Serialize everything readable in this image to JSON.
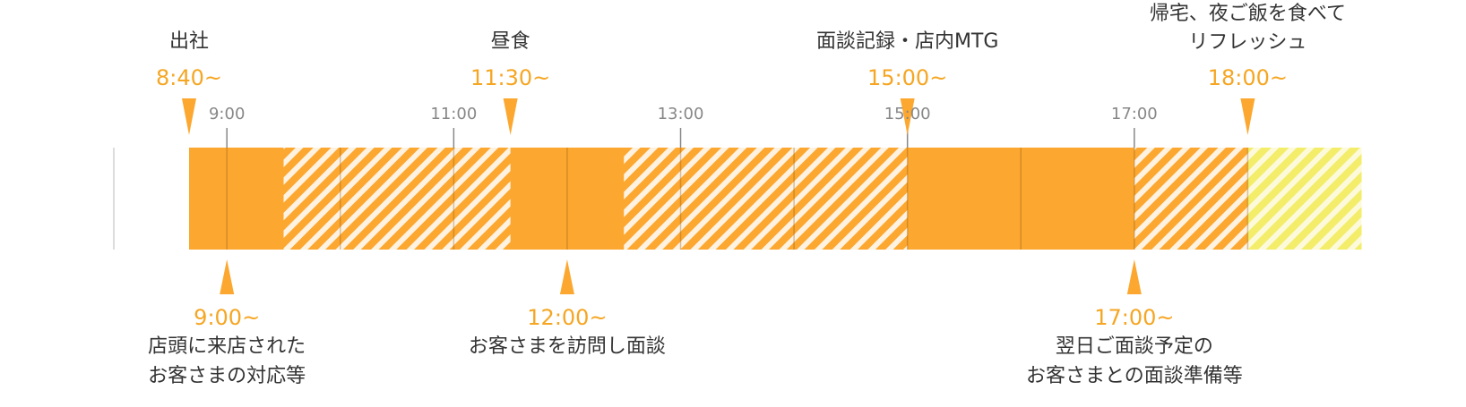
{
  "colors": {
    "solid": "#fca72f",
    "hatch_light": "#ffffff",
    "hatch_yellow_bg": "#f3ed6a",
    "marker": "#fca72f",
    "time_text": "#f5a623",
    "tick": "#888888",
    "divider": "#dddddd"
  },
  "axis": {
    "start": "8:40",
    "end": "19:00"
  },
  "ticks": [
    "9:00",
    "11:00",
    "13:00",
    "15:00",
    "17:00"
  ],
  "segments": [
    {
      "start": "8:40",
      "end": "9:30",
      "fill": "solid"
    },
    {
      "start": "9:30",
      "end": "11:30",
      "fill": "hatch"
    },
    {
      "start": "11:30",
      "end": "12:30",
      "fill": "solid"
    },
    {
      "start": "12:30",
      "end": "15:00",
      "fill": "hatch"
    },
    {
      "start": "15:00",
      "end": "17:00",
      "fill": "solid"
    },
    {
      "start": "17:00",
      "end": "18:00",
      "fill": "hatch"
    },
    {
      "start": "18:00",
      "end": "19:00",
      "fill": "hatch-yellow"
    }
  ],
  "events_top": [
    {
      "time": "8:40",
      "time_label": "8:40~",
      "lines": [
        "出社"
      ]
    },
    {
      "time": "11:30",
      "time_label": "11:30~",
      "lines": [
        "昼食"
      ]
    },
    {
      "time": "15:00",
      "time_label": "15:00~",
      "lines": [
        "面談記録・店内MTG"
      ]
    },
    {
      "time": "18:00",
      "time_label": "18:00~",
      "lines": [
        "帰宅、夜ご飯を食べて",
        "リフレッシュ"
      ]
    }
  ],
  "events_bottom": [
    {
      "time": "9:00",
      "time_label": "9:00~",
      "lines": [
        "店頭に来店された",
        "お客さまの対応等"
      ]
    },
    {
      "time": "12:00",
      "time_label": "12:00~",
      "lines": [
        "お客さまを訪問し面談"
      ]
    },
    {
      "time": "17:00",
      "time_label": "17:00~",
      "lines": [
        "翌日ご面談予定の",
        "お客さまとの面談準備等"
      ]
    }
  ]
}
